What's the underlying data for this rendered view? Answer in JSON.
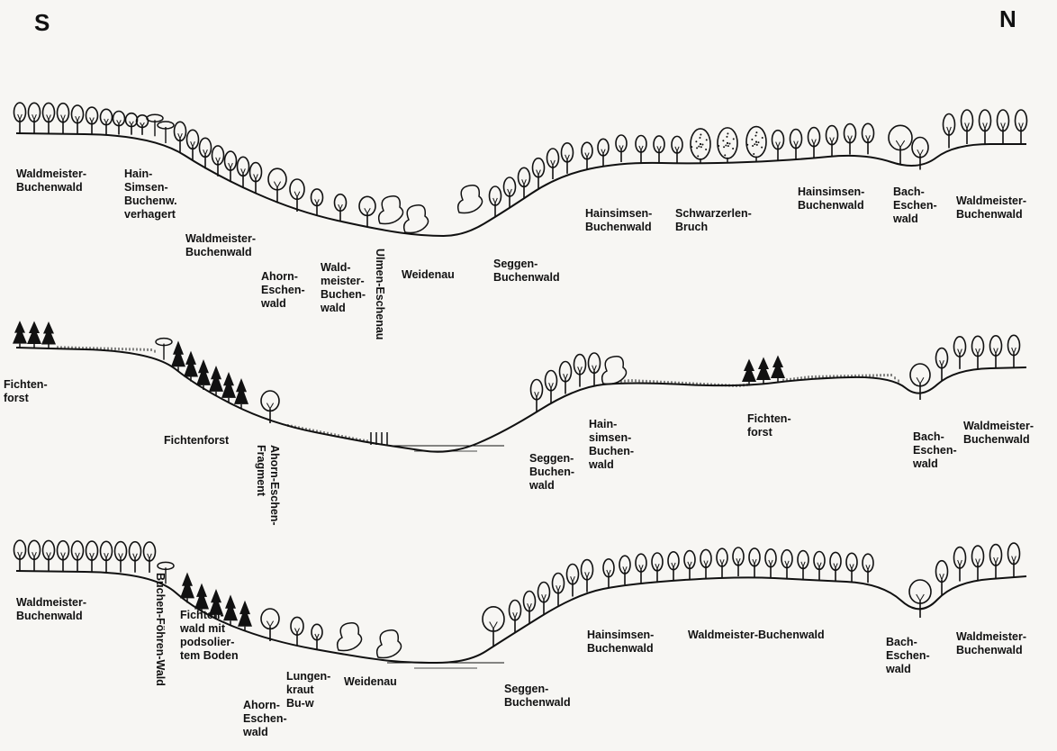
{
  "orientation": {
    "south": "S",
    "north": "N"
  },
  "profiles": [
    {
      "id": "top",
      "labels": [
        "Waldmeister-\nBuchenwald",
        "Hain-\nSimsen-\nBuchenw.\nverhagert",
        "Waldmeister-\nBuchenwald",
        "Ahorn-\nEschen-\nwald",
        "Wald-\nmeister-\nBuchen-\nwald",
        "Ulmen-Eschenau",
        "Weidenau",
        "Seggen-\nBuchenwald",
        "Hainsimsen-\nBuchenwald",
        "Schwarzerlen-\nBruch",
        "Hainsimsen-\nBuchenwald",
        "Bach-\nEschen-\nwald",
        "Waldmeister-\nBuchenwald"
      ]
    },
    {
      "id": "middle",
      "labels": [
        "Fichten-\nforst",
        "Fichtenforst",
        "Ahorn-Eschen-\nFragment",
        "Seggen-\nBuchen-\nwald",
        "Hain-\nsimsen-\nBuchen-\nwald",
        "Fichten-\nforst",
        "Bach-\nEschen-\nwald",
        "Waldmeister-\nBuchenwald"
      ]
    },
    {
      "id": "bottom",
      "labels": [
        "Waldmeister-\nBuchenwald",
        "Buchen-Föhren-Wald",
        "Fichten-\nwald mit\npodsolier-\ntem Boden",
        "Ahorn-\nEschen-\nwald",
        "Lungen-\nkraut\nBu-w",
        "Weidenau",
        "Seggen-\nBuchenwald",
        "Hainsimsen-\nBuchenwald",
        "Waldmeister-Buchenwald",
        "Bach-\nEschen-\nwald",
        "Waldmeister-\nBuchenwald"
      ]
    }
  ]
}
